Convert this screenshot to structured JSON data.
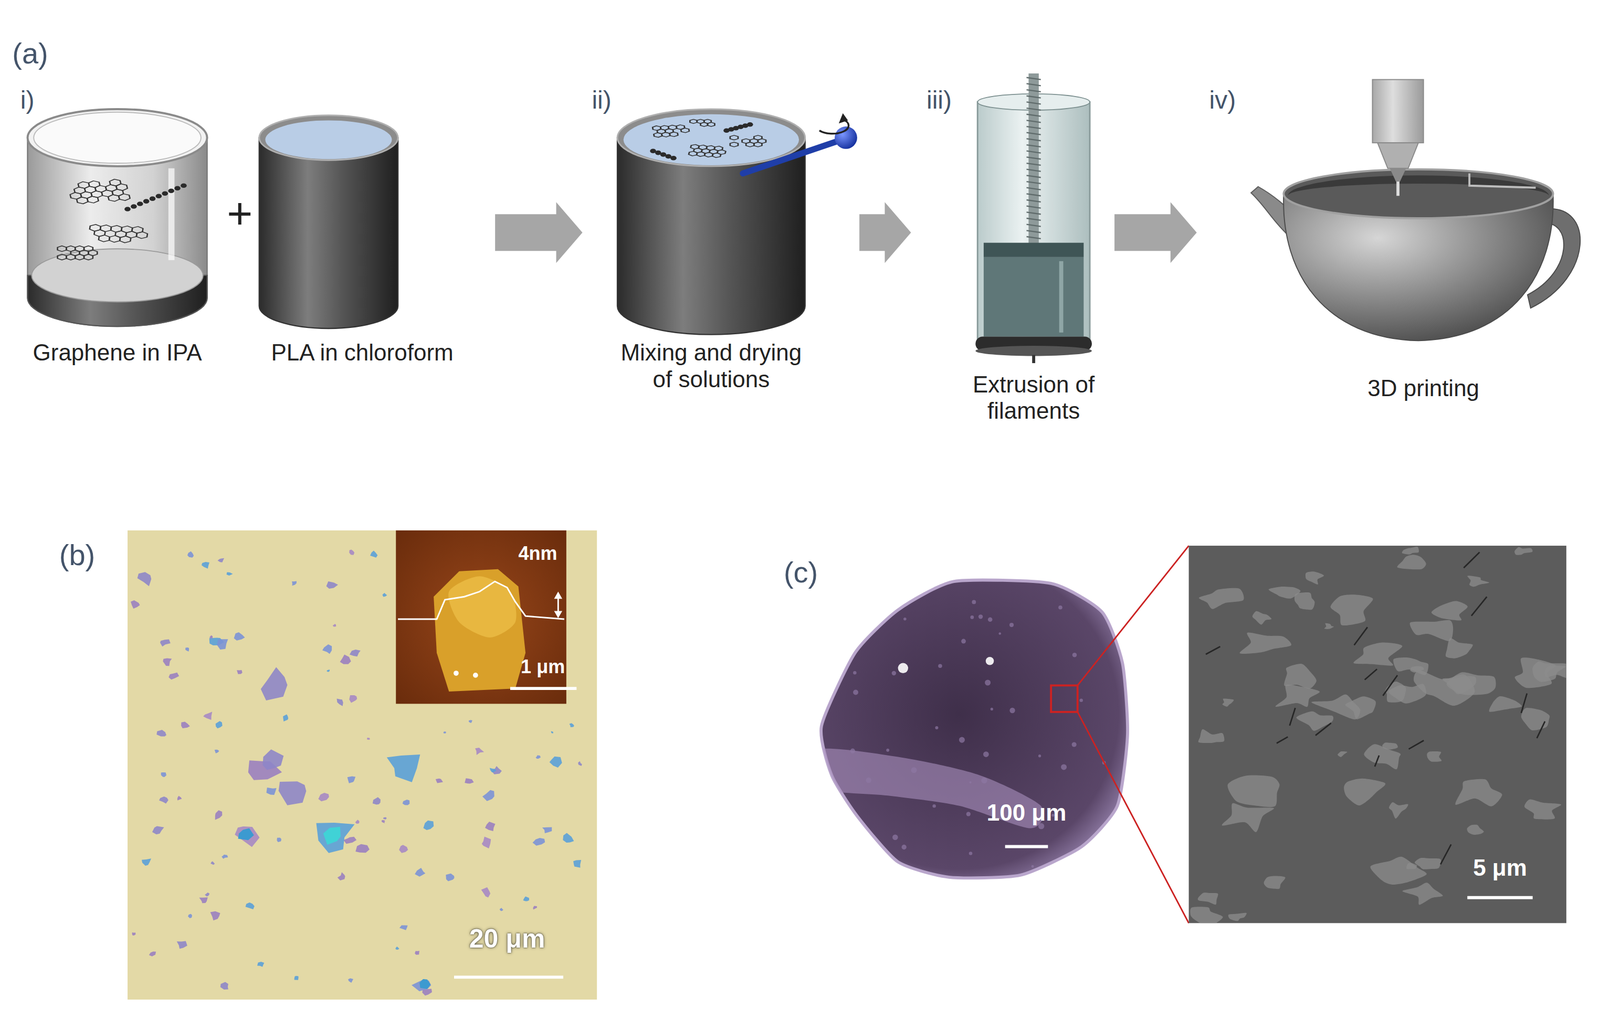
{
  "diagram": {
    "nodes": [
      {
        "text": [
          "i)",
          "Graphene in IPA",
          "+",
          "PLA in chloroform"
        ]
      },
      {
        "text": [
          "ii)",
          "Mixing and drying of solutions"
        ]
      },
      {
        "text": [
          "iii)",
          "Extrusion of filaments"
        ]
      },
      {
        "text": [
          "iv)",
          "3D printing"
        ]
      }
    ],
    "edges": [
      {
        "from": 0,
        "to": 1,
        "arrow": "to"
      },
      {
        "from": 1,
        "to": 2,
        "arrow": "to"
      },
      {
        "from": 2,
        "to": 3,
        "arrow": "to"
      }
    ],
    "labels": [
      "(a)",
      "(b)",
      "4nm",
      "1 μm",
      "20 μm",
      "(c)",
      "100 μm",
      "5 μm"
    ]
  }
}
